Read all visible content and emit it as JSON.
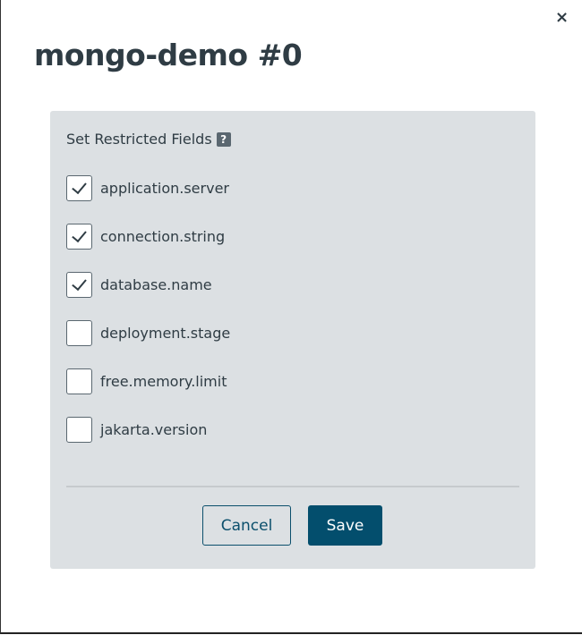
{
  "dialog": {
    "title": "mongo-demo #0",
    "close_icon": "×",
    "section_title": "Set Restricted Fields",
    "help_icon": "?",
    "fields": [
      {
        "label": "application.server",
        "checked": true
      },
      {
        "label": "connection.string",
        "checked": true
      },
      {
        "label": "database.name",
        "checked": true
      },
      {
        "label": "deployment.stage",
        "checked": false
      },
      {
        "label": "free.memory.limit",
        "checked": false
      },
      {
        "label": "jakarta.version",
        "checked": false
      }
    ],
    "cancel_label": "Cancel",
    "save_label": "Save"
  }
}
